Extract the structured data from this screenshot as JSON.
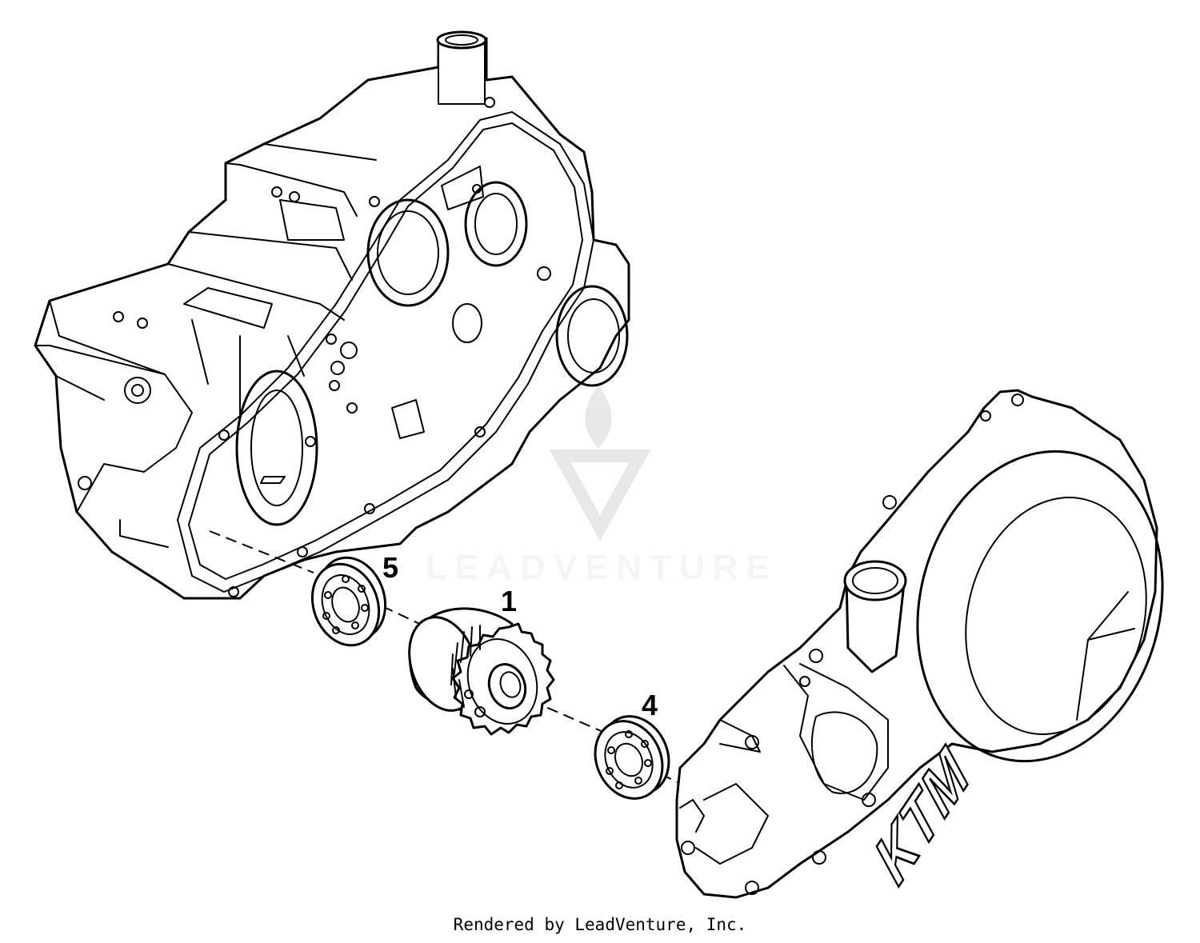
{
  "callouts": {
    "part_5": "5",
    "part_1": "1",
    "part_4": "4"
  },
  "watermark": {
    "text": "LEADVENTURE",
    "color": "#d8d8d8"
  },
  "cover_logo": {
    "text": "KTM"
  },
  "footer": {
    "credit": "Rendered by LeadVenture, Inc."
  }
}
